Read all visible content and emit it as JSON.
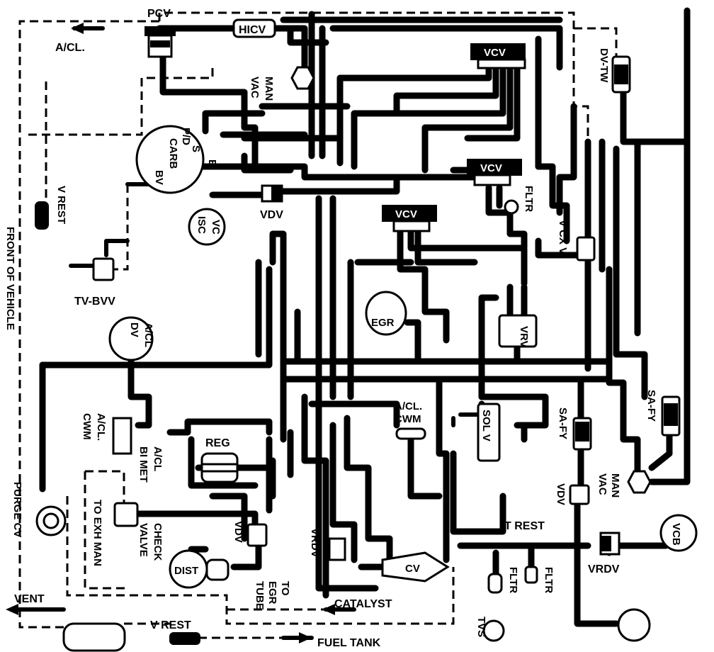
{
  "labels": {
    "pcv": "PCV",
    "hicv": "HICV",
    "acl_top": "A/CL.",
    "man_vac_top_1": "MAN",
    "man_vac_top_2": "VAC",
    "vcv_1": "VCV",
    "vcv_2": "VCV",
    "vcv_3": "VCV",
    "dv_tw": "DV-TW",
    "pd": "P/D",
    "s": "S",
    "e": "E",
    "carb": "CARB",
    "bv": "BV",
    "vc": "VC",
    "isc": "ISC",
    "vdv_top": "VDV",
    "fltr_top": "FLTR",
    "v_cx_v": "V CX V",
    "v_rest_left": "V REST",
    "front_of_vehicle": "FRONT   OF   VEHICLE",
    "tv_bvv": "TV-BVV",
    "egr": "EGR",
    "vrv": "VRV",
    "acl_dv_1": "A/CL",
    "acl_dv_2": "DV",
    "acl_cwm_left_1": "A/CL.",
    "acl_cwm_left_2": "CWM",
    "acl_bimet_1": "A/CL",
    "acl_bimet_2": "BI MET",
    "acl_cwm_mid_1": "A/CL.",
    "acl_cwm_mid_2": "CWM",
    "sol_v": "SOL V",
    "sa_fy_1": "SA-FY",
    "sa_fy_2": "SA-FY",
    "reg": "REG",
    "purge_cv": "PURGE CV",
    "to_exh_man": "TO EXH MAN",
    "check_valve_1": "CHECK",
    "check_valve_2": "VALVE",
    "vdv_mid": "VDV",
    "to_egr_tube_1": "TO",
    "to_egr_tube_2": "EGR",
    "to_egr_tube_3": "TUBE",
    "vrdv_mid": "VRDV",
    "man_vac_right_1": "MAN",
    "man_vac_right_2": "VAC",
    "vdv_right": "VDV",
    "t_rest": "T REST",
    "vcb": "VCB",
    "vrdv_right": "VRDV",
    "dist": "DIST",
    "cv": "CV",
    "fltr_bot_1": "FLTR",
    "fltr_bot_2": "FLTR",
    "tvs": "TVS",
    "vent": "VENT",
    "catalyst": "CATALYST",
    "v_rest_bot": "V REST",
    "fuel_tank": "FUEL TANK"
  }
}
